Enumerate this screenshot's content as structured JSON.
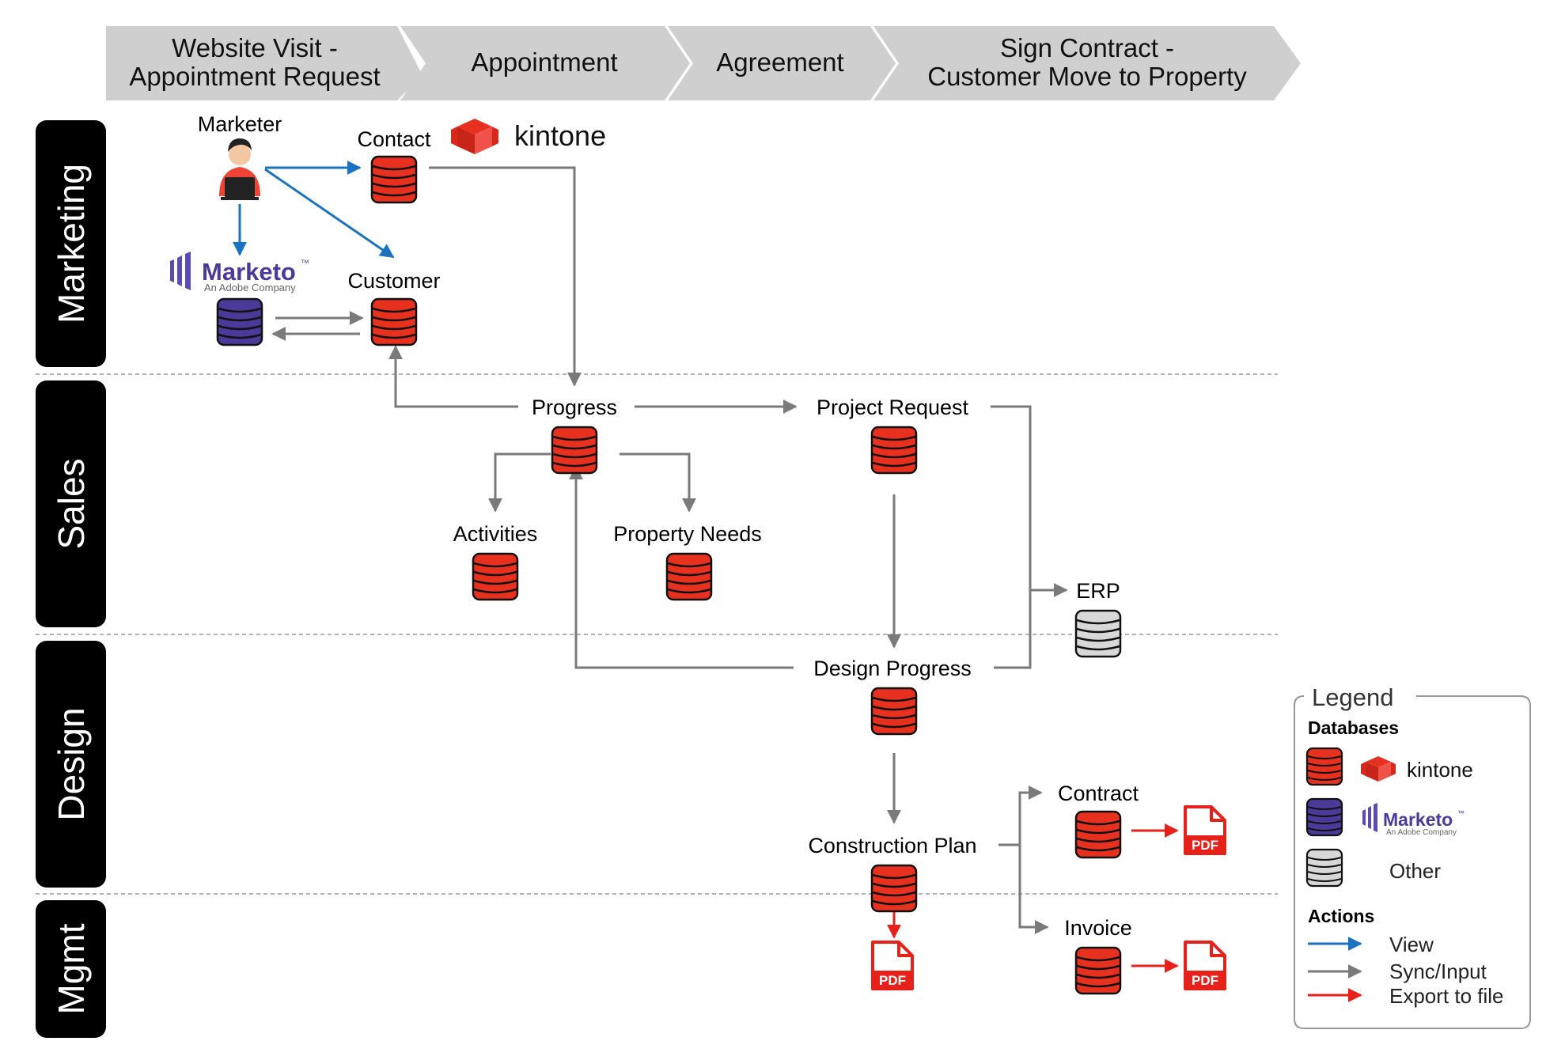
{
  "phases": [
    {
      "line1": "Website Visit -",
      "line2": "Appointment Request"
    },
    {
      "line1": "Appointment",
      "line2": ""
    },
    {
      "line1": "Agreement",
      "line2": ""
    },
    {
      "line1": "Sign Contract -",
      "line2": "Customer Move to Property"
    }
  ],
  "lanes": [
    "Marketing",
    "Sales",
    "Design",
    "Mgmt"
  ],
  "nodes": {
    "marketer": "Marketer",
    "contact": "Contact",
    "customer": "Customer",
    "progress": "Progress",
    "project_request": "Project Request",
    "activities": "Activities",
    "property_needs": "Property Needs",
    "erp": "ERP",
    "design_progress": "Design Progress",
    "construction_plan": "Construction Plan",
    "contract": "Contract",
    "invoice": "Invoice"
  },
  "brands": {
    "kintone": "kintone",
    "marketo": "Marketo",
    "marketo_tm": "™",
    "marketo_sub": "An Adobe Company"
  },
  "pdf_label": "PDF",
  "legend": {
    "title": "Legend",
    "databases_heading": "Databases",
    "other_label": "Other",
    "actions_heading": "Actions",
    "actions": [
      "View",
      "Sync/Input",
      "Export to file"
    ]
  },
  "colors": {
    "kintone_red": "#e8301e",
    "marketo_purple": "#4b3a9a",
    "other_gray": "#d8d8d8",
    "view_blue": "#1a73c0",
    "sync_gray": "#7a7a7a",
    "export_red": "#e8201a",
    "phase_gray": "#cfcfcf",
    "lane_black": "#000000"
  }
}
